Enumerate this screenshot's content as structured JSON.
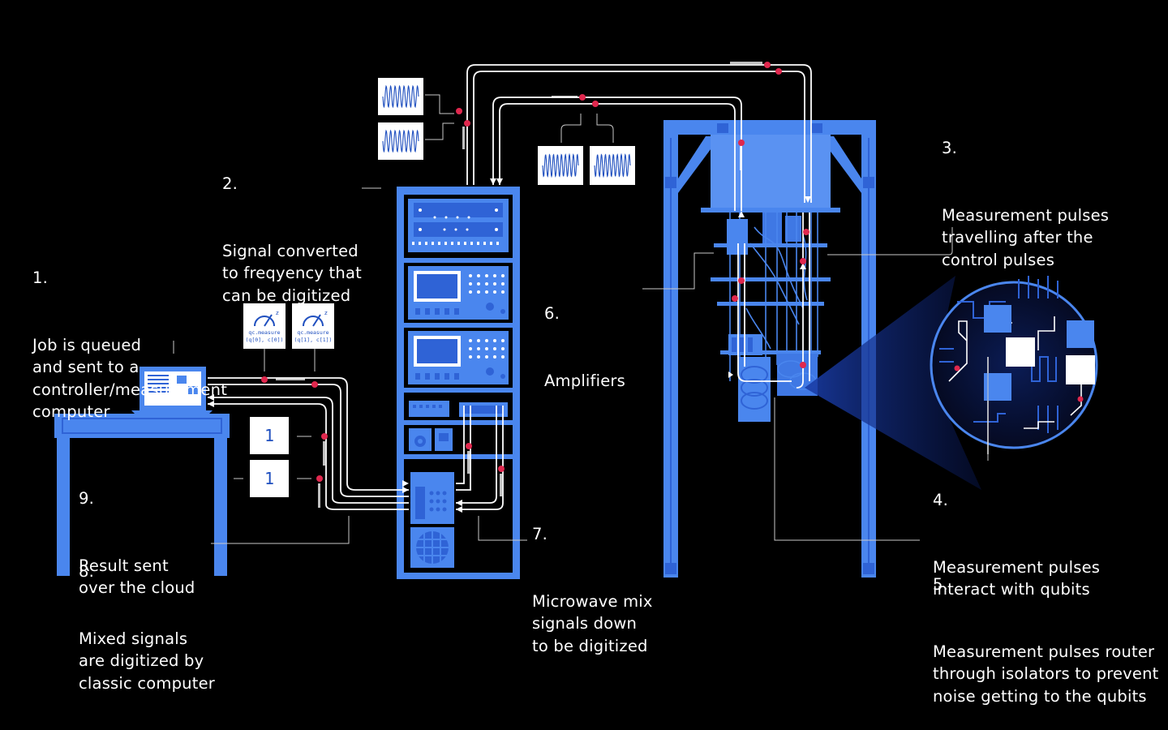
{
  "steps": [
    {
      "number": "1.",
      "text": "Job is queued\nand sent to a\ncontroller/measurement\ncomputer"
    },
    {
      "number": "2.",
      "text": "Signal converted\nto freqyency that\ncan be digitized"
    },
    {
      "number": "3.",
      "text": "Measurement pulses\ntravelling after the\ncontrol pulses"
    },
    {
      "number": "4.",
      "text": "Measurement pulses\ninteract with qubits"
    },
    {
      "number": "5.",
      "text": "Measurement pulses router\nthrough isolators to prevent\nnoise getting to the qubits"
    },
    {
      "number": "6.",
      "text": "Amplifiers"
    },
    {
      "number": "7.",
      "text": "Microwave mix\nsignals down\nto be digitized"
    },
    {
      "number": "8.",
      "text": "Mixed signals\nare digitized by\nclassic computer"
    },
    {
      "number": "9.",
      "text": "Result sent\nover the cloud"
    }
  ],
  "measure_ops": [
    {
      "name": "qc.measure",
      "args": "(q[0], c[0])"
    },
    {
      "name": "qc.measure",
      "args": "(q[1], c[1])"
    }
  ],
  "results": [
    "1",
    "1"
  ],
  "colors": {
    "background": "#000000",
    "equipment": "#4a86ee",
    "equipment_dark": "#2f63d6",
    "wire": "#ffffff",
    "pulse": "#e0284e",
    "card_text": "#1f4fbf"
  }
}
